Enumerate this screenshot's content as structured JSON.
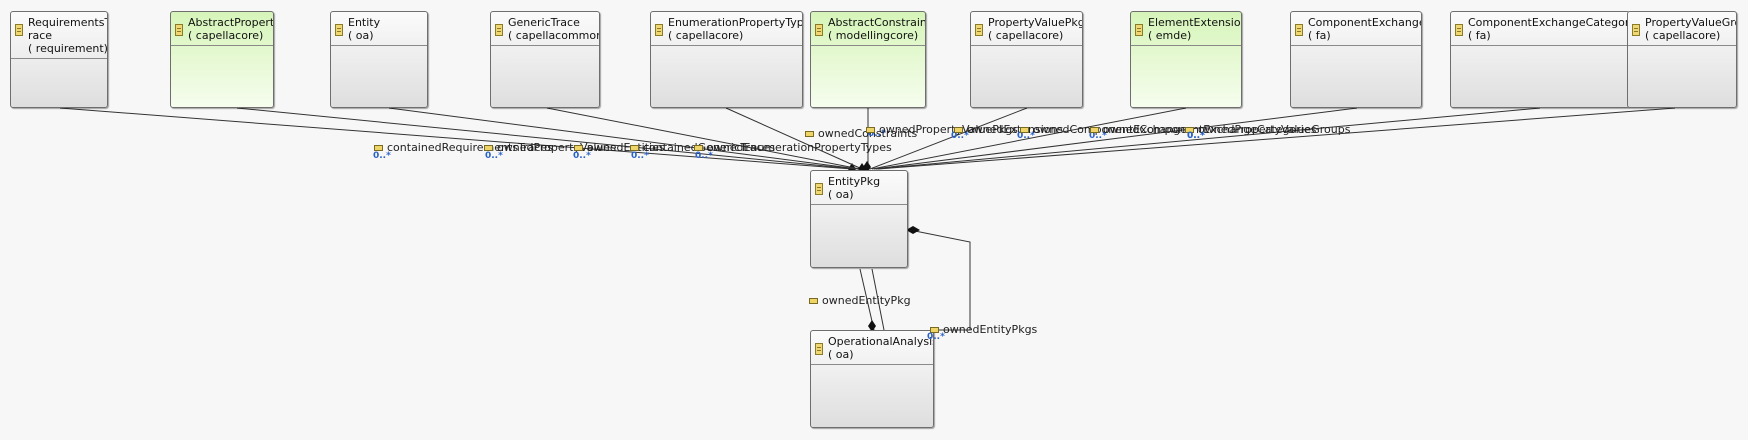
{
  "diagram": {
    "classes": [
      {
        "name": "RequirementsTrace",
        "lines": [
          "RequirementsT",
          "race",
          "( requirement)"
        ],
        "ext": false
      },
      {
        "name": "AbstractPropertyValue",
        "lines": [
          "AbstractPropertyValue",
          "( capellacore)"
        ],
        "ext": true
      },
      {
        "name": "Entity",
        "lines": [
          "Entity",
          "( oa)"
        ],
        "ext": false
      },
      {
        "name": "GenericTrace",
        "lines": [
          "GenericTrace",
          "( capellacommon)"
        ],
        "ext": false
      },
      {
        "name": "EnumerationPropertyType",
        "lines": [
          "EnumerationPropertyType",
          "( capellacore)"
        ],
        "ext": false
      },
      {
        "name": "AbstractConstraint",
        "lines": [
          "AbstractConstraint",
          "( modellingcore)"
        ],
        "ext": true
      },
      {
        "name": "PropertyValuePkg",
        "lines": [
          "PropertyValuePkg",
          "( capellacore)"
        ],
        "ext": false
      },
      {
        "name": "ElementExtension",
        "lines": [
          "ElementExtension",
          "( emde)"
        ],
        "ext": true
      },
      {
        "name": "ComponentExchange",
        "lines": [
          "ComponentExchange",
          "( fa)"
        ],
        "ext": false
      },
      {
        "name": "ComponentExchangeCategory",
        "lines": [
          "ComponentExchangeCategory",
          "( fa)"
        ],
        "ext": false
      },
      {
        "name": "PropertyValueGroup",
        "lines": [
          "PropertyValueGroup",
          "( capellacore)"
        ],
        "ext": false
      },
      {
        "name": "EntityPkg",
        "lines": [
          "EntityPkg",
          "( oa)"
        ],
        "ext": false
      },
      {
        "name": "OperationalAnalysis",
        "lines": [
          "OperationalAnalysis",
          "( oa)"
        ],
        "ext": false
      }
    ],
    "references": [
      {
        "label": "containedRequirementsTraces"
      },
      {
        "label": "ownedPropertyValues"
      },
      {
        "label": "ownedEntities"
      },
      {
        "label": "containedGenericTraces"
      },
      {
        "label": "ownedEnumerationPropertyTypes"
      },
      {
        "label": "ownedConstraints"
      },
      {
        "label": "ownedPropertyValuePkgs"
      },
      {
        "label": "ownedExtensions"
      },
      {
        "label": "ownedComponentExchanges"
      },
      {
        "label": "ownedComponentExchangeCategories"
      },
      {
        "label": "ownedPropertyValueGroups"
      },
      {
        "label": "ownedEntityPkg"
      },
      {
        "label": "ownedEntityPkgs"
      }
    ],
    "multiplicity": "0..*"
  }
}
